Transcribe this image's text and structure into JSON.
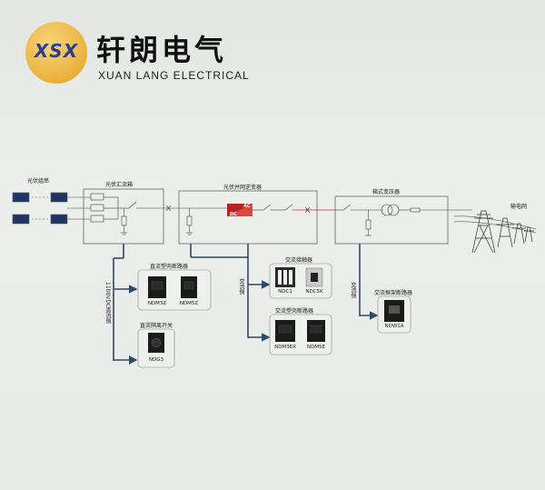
{
  "brand": {
    "logo_mark": "XSX",
    "name_cn": "轩朗电气",
    "name_en": "XUAN LANG ELECTRICAL"
  },
  "diagram": {
    "pv_string": "光伏组串",
    "combiner_box": "光伏汇流箱",
    "inverter": "光伏并网逆变器",
    "transformer": "箱式变压器",
    "grid": "输电网",
    "dc_label": "DC",
    "ac_label": "AC",
    "dc_side_note": "1100VDC直流侧",
    "ac_side_note_1": "交流侧",
    "ac_side_note_2": "交流侧",
    "groups": {
      "dc_mccb": {
        "title": "直流塑壳断路器",
        "devices": [
          "NDM3Z",
          "NDM5Z"
        ]
      },
      "dc_isolator": {
        "title": "直流隔离开关",
        "devices": [
          "NDG3"
        ]
      },
      "ac_contactor": {
        "title": "交流接触器",
        "devices": [
          "NDC1",
          "NDC5K"
        ]
      },
      "ac_mccb": {
        "title": "交流塑壳断路器",
        "devices": [
          "NDM3EX",
          "NDM5E"
        ]
      },
      "ac_acb": {
        "title": "交流框架断路器",
        "devices": [
          "NDW1A"
        ]
      }
    }
  },
  "colors": {
    "brand_blue": "#2f3d8f",
    "logo_gold": "#e9b13b",
    "feeder_blue": "#3b5a7a",
    "bus_red": "#b0303a"
  }
}
